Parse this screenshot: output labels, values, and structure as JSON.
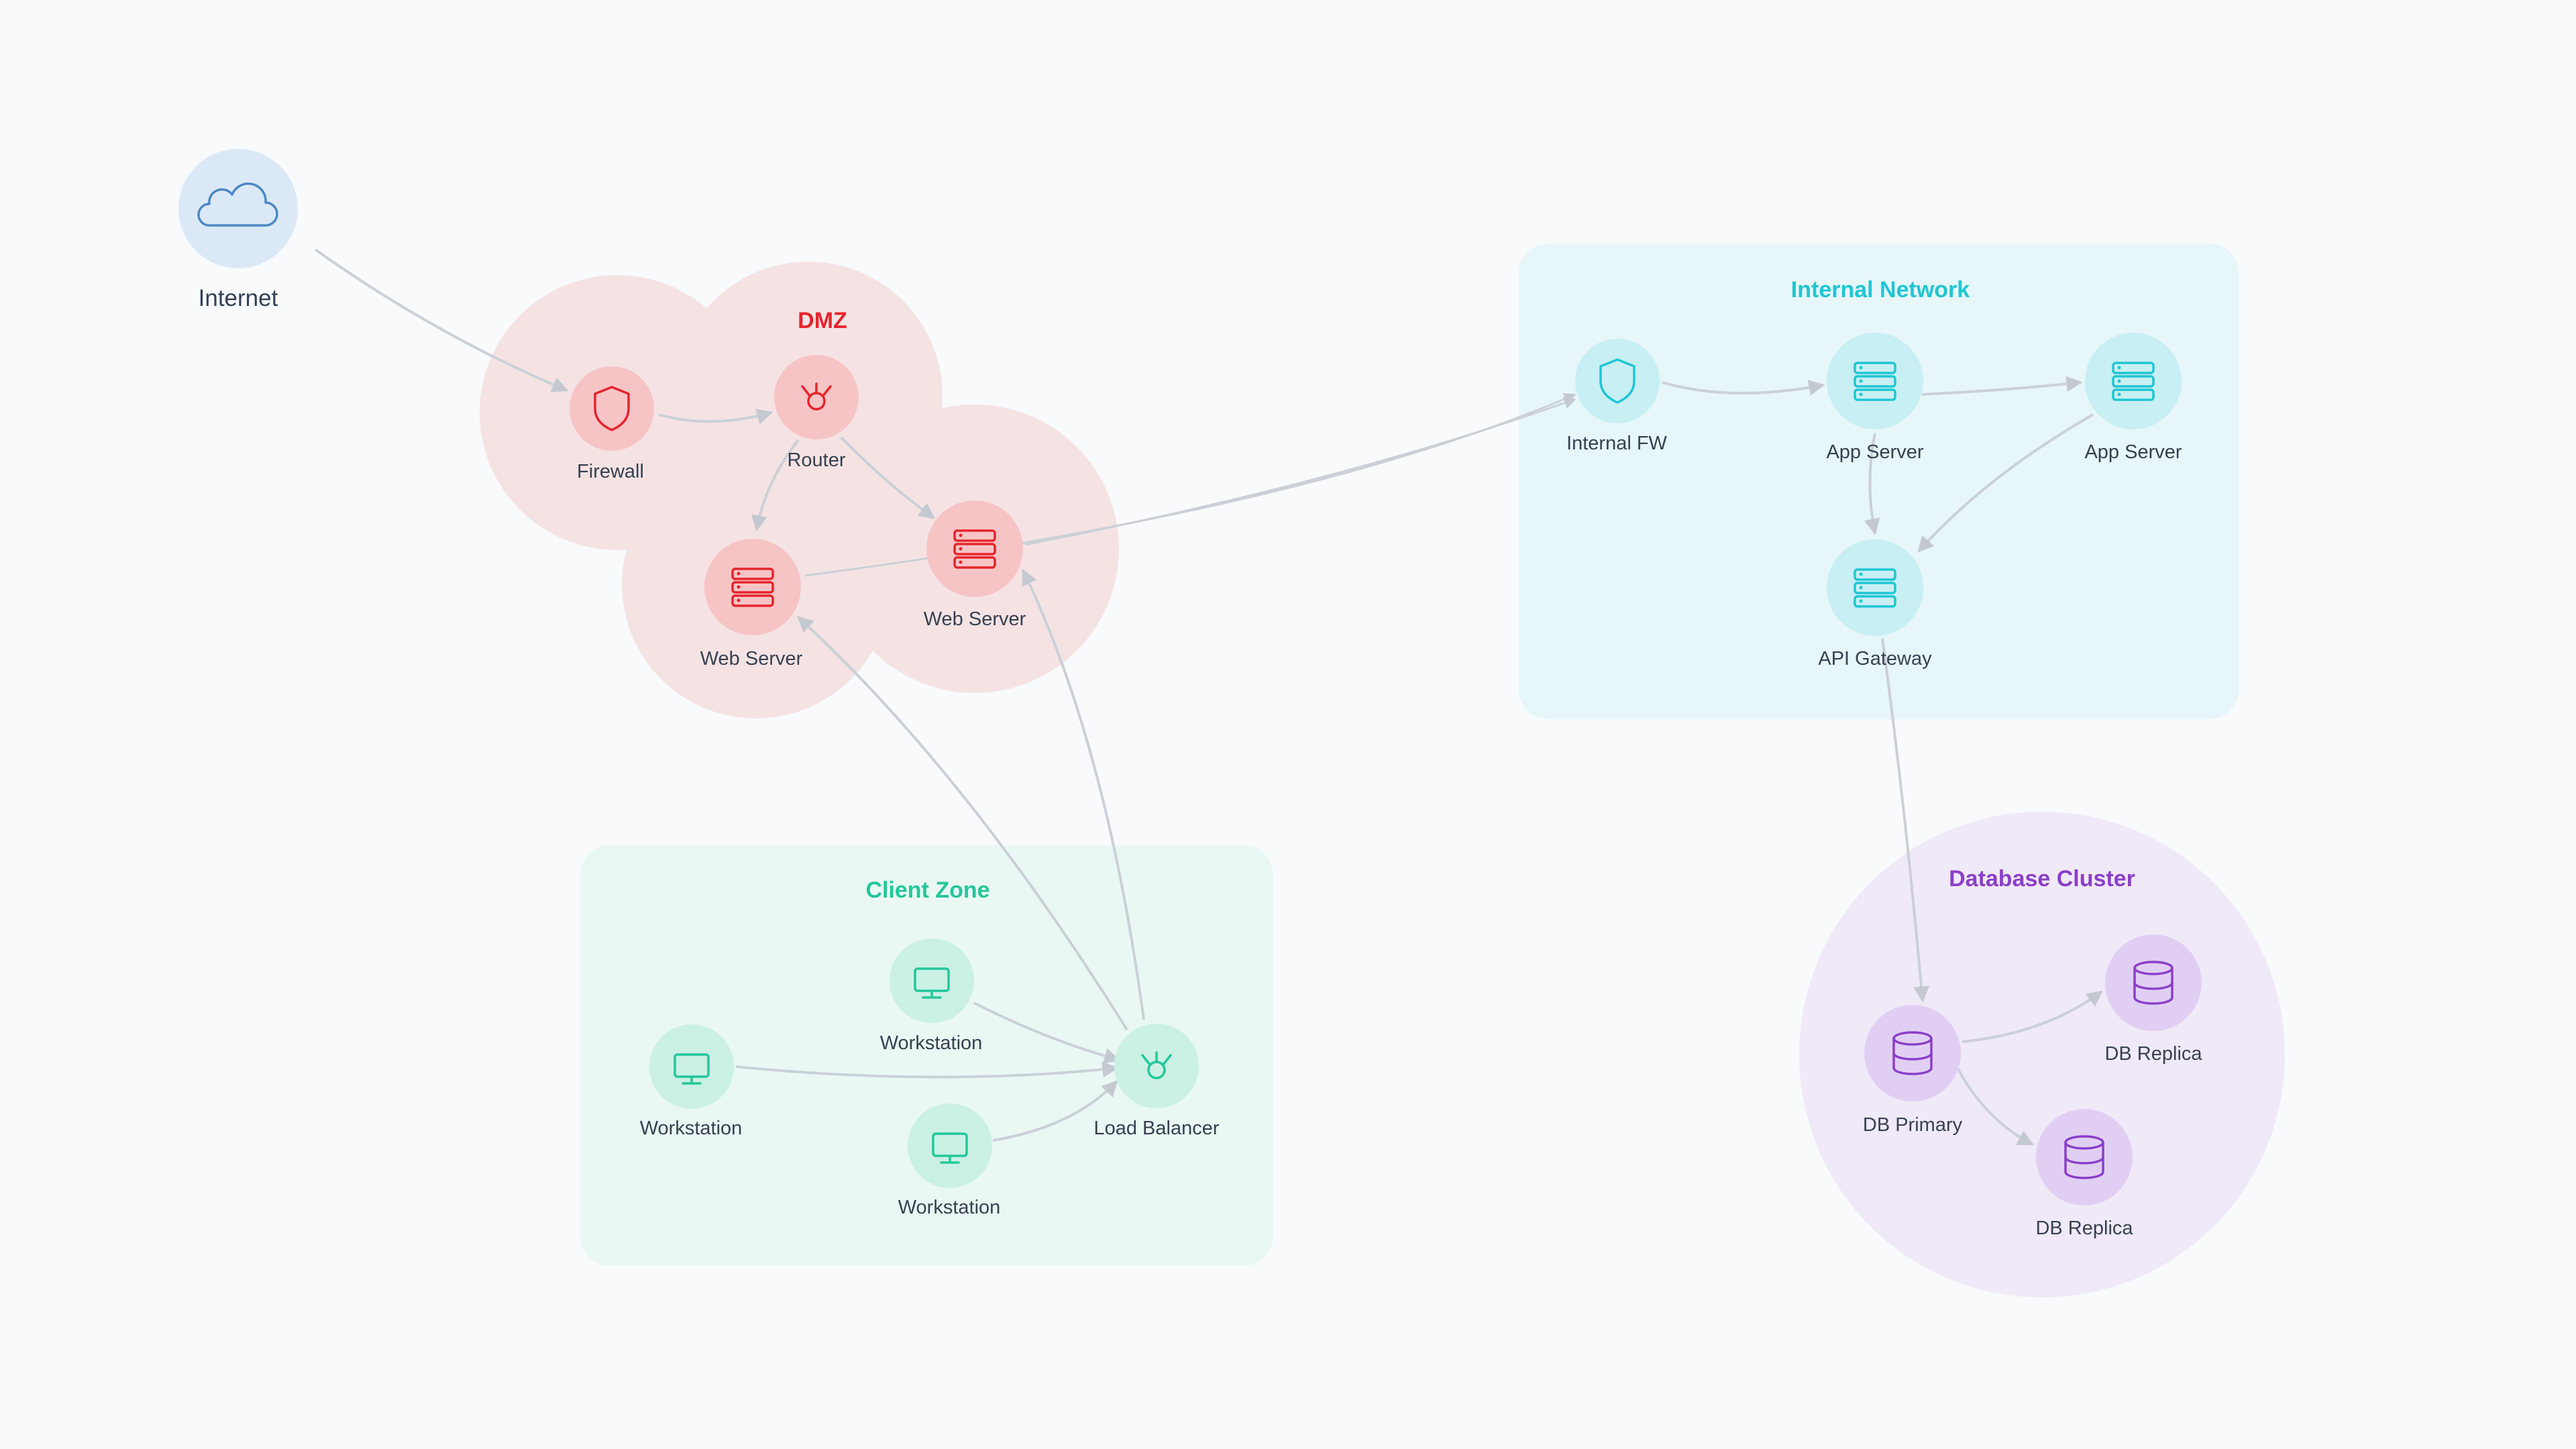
{
  "colors": {
    "background": "#f8fafc",
    "edge": "#cbd0d7",
    "dmz_fill": "#f5e3e4",
    "dmz_node": "#f7c4c6",
    "dmz_accent": "#e5252d",
    "internal_fill": "#e6f6f9",
    "internal_node": "#c8eff3",
    "internal_accent": "#1ec6d3",
    "client_fill": "#e9f8f3",
    "client_node": "#cbf0e4",
    "client_accent": "#22c79a",
    "db_fill": "#f0e9f8",
    "db_node": "#e1cff3",
    "db_accent": "#8b3fc9",
    "internet_node": "#dbe9f7",
    "internet_accent": "#4d88c4"
  },
  "zones": {
    "dmz": {
      "title": "DMZ"
    },
    "internal": {
      "title": "Internal Network"
    },
    "client": {
      "title": "Client Zone"
    },
    "db": {
      "title": "Database Cluster"
    }
  },
  "nodes": {
    "internet": {
      "label": "Internet",
      "icon": "cloud-icon"
    },
    "firewall": {
      "label": "Firewall",
      "icon": "shield-icon"
    },
    "router": {
      "label": "Router",
      "icon": "router-icon"
    },
    "web_server_1": {
      "label": "Web Server",
      "icon": "server-icon"
    },
    "web_server_2": {
      "label": "Web Server",
      "icon": "server-icon"
    },
    "internal_fw": {
      "label": "Internal FW",
      "icon": "shield-icon"
    },
    "app_server_1": {
      "label": "App Server",
      "icon": "server-icon"
    },
    "app_server_2": {
      "label": "App Server",
      "icon": "server-icon"
    },
    "api_gateway": {
      "label": "API Gateway",
      "icon": "server-icon"
    },
    "workstation_1": {
      "label": "Workstation",
      "icon": "monitor-icon"
    },
    "workstation_2": {
      "label": "Workstation",
      "icon": "monitor-icon"
    },
    "workstation_3": {
      "label": "Workstation",
      "icon": "monitor-icon"
    },
    "load_balancer": {
      "label": "Load Balancer",
      "icon": "router-icon"
    },
    "db_primary": {
      "label": "DB Primary",
      "icon": "database-icon"
    },
    "db_replica_1": {
      "label": "DB Replica",
      "icon": "database-icon"
    },
    "db_replica_2": {
      "label": "DB Replica",
      "icon": "database-icon"
    }
  },
  "edges": [
    {
      "from": "internet",
      "to": "firewall"
    },
    {
      "from": "firewall",
      "to": "router"
    },
    {
      "from": "router",
      "to": "web_server_1"
    },
    {
      "from": "router",
      "to": "web_server_2"
    },
    {
      "from": "web_server_1",
      "to": "internal_fw"
    },
    {
      "from": "web_server_2",
      "to": "internal_fw"
    },
    {
      "from": "internal_fw",
      "to": "app_server_1"
    },
    {
      "from": "app_server_1",
      "to": "app_server_2"
    },
    {
      "from": "app_server_1",
      "to": "api_gateway"
    },
    {
      "from": "app_server_2",
      "to": "api_gateway"
    },
    {
      "from": "api_gateway",
      "to": "db_primary"
    },
    {
      "from": "db_primary",
      "to": "db_replica_1"
    },
    {
      "from": "db_primary",
      "to": "db_replica_2"
    },
    {
      "from": "workstation_1",
      "to": "load_balancer"
    },
    {
      "from": "workstation_2",
      "to": "load_balancer"
    },
    {
      "from": "workstation_3",
      "to": "load_balancer"
    },
    {
      "from": "load_balancer",
      "to": "web_server_1"
    },
    {
      "from": "load_balancer",
      "to": "web_server_2"
    }
  ]
}
